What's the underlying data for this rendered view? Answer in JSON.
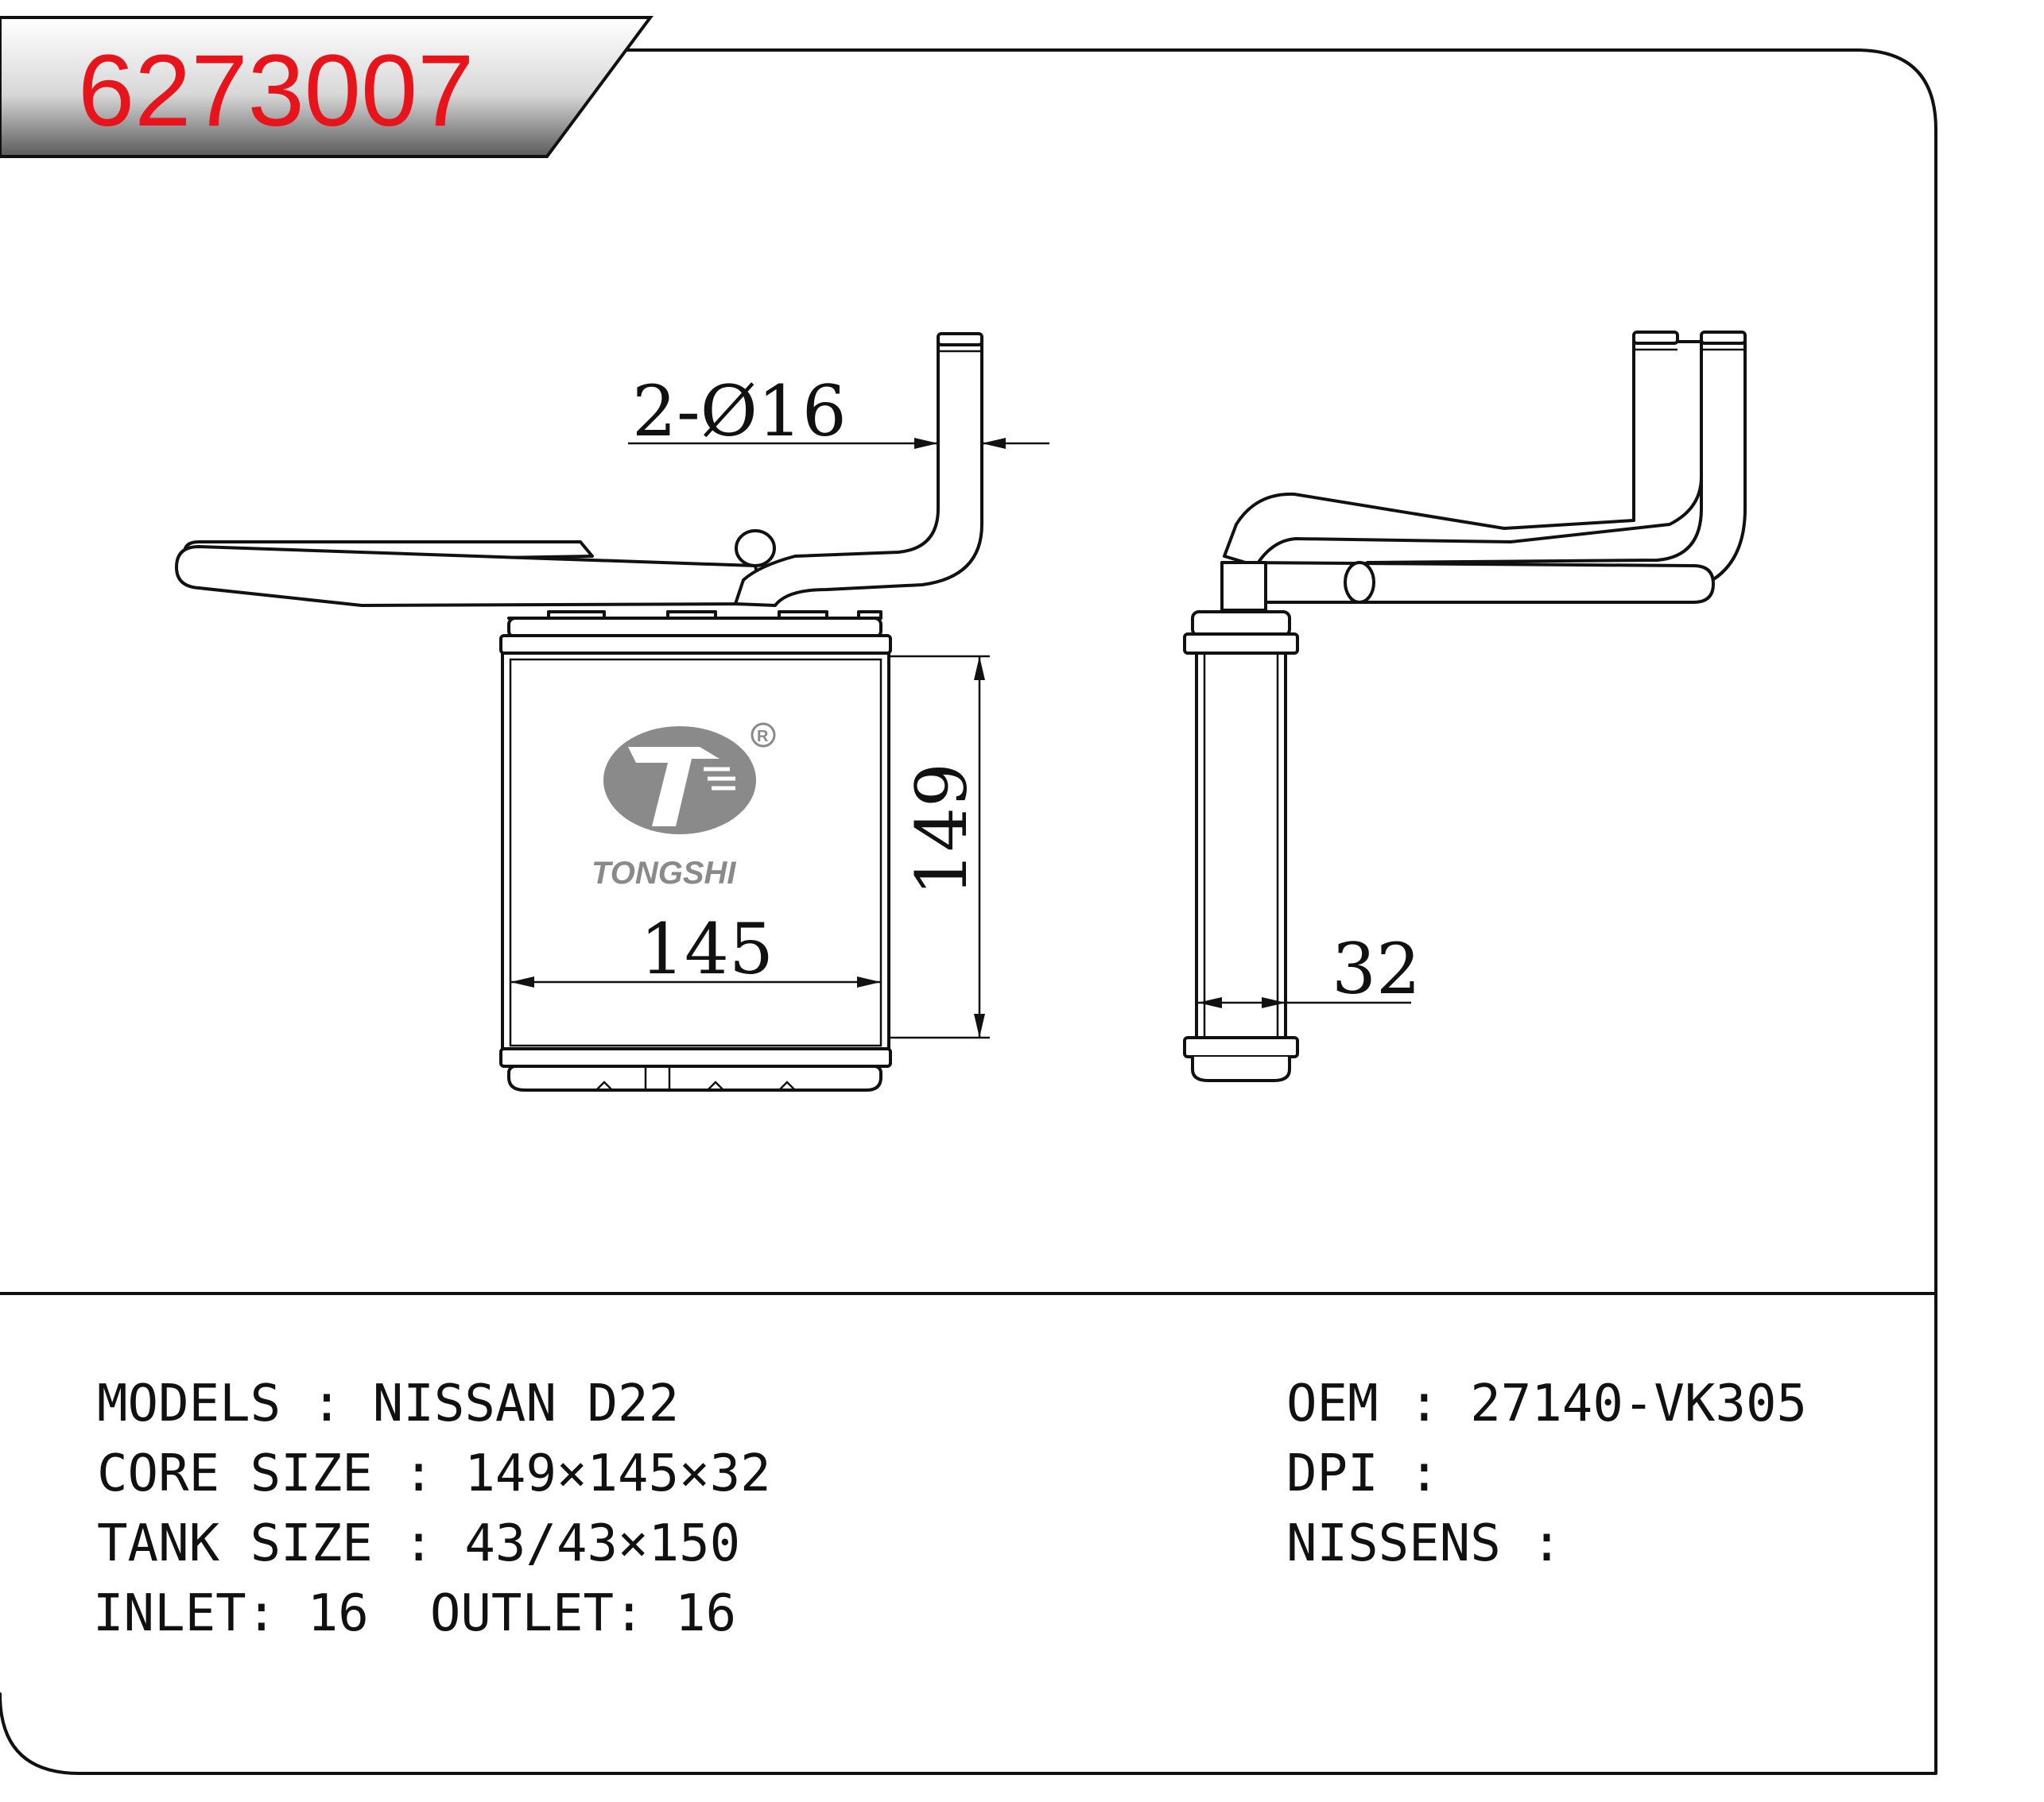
{
  "part_number": "6273007",
  "brand": {
    "name": "TONGSHI",
    "registered_mark": "R",
    "logo_color": "#8a8a8a"
  },
  "accent_color": "#e8141b",
  "dimensions": {
    "pipe_label": "2-Ø16",
    "height_label": "149",
    "width_label": "145",
    "depth_label": "32"
  },
  "specs": {
    "models": "MODELS : NISSAN D22",
    "core_size": "CORE SIZE : 149×145×32",
    "tank_size": "TANK SIZE : 43/43×150",
    "inlet_outlet": "INLET: 16  OUTLET: 16",
    "oem": "OEM : 27140-VK305",
    "dpi": "DPI :",
    "nissens": "NISSENS :"
  }
}
